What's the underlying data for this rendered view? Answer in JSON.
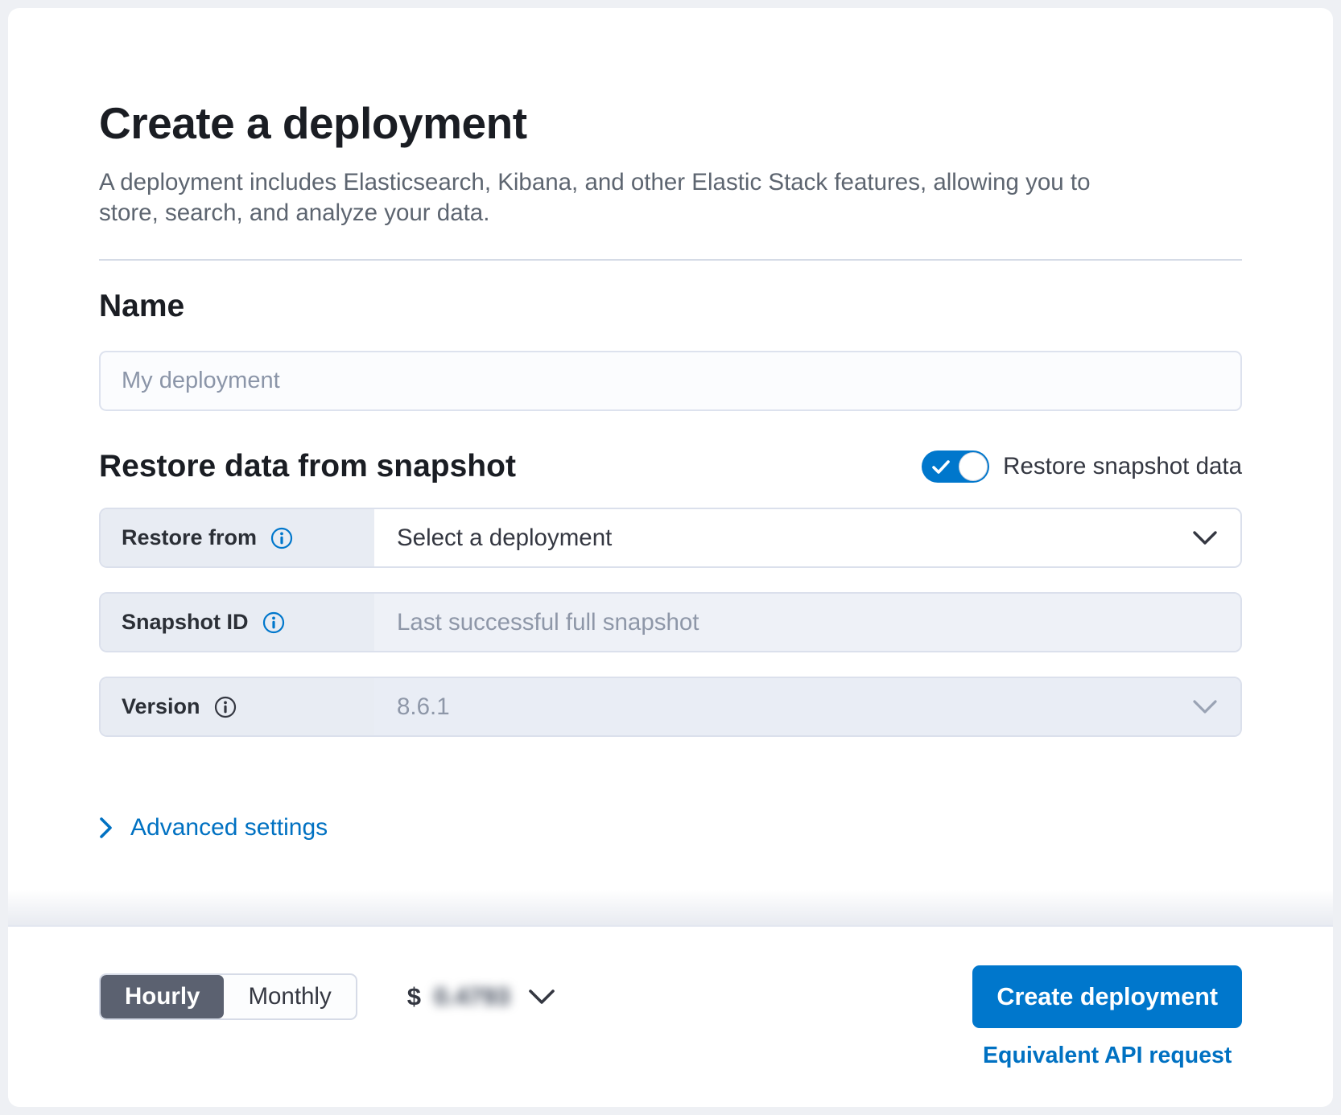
{
  "header": {
    "title": "Create a deployment",
    "subtitle": "A deployment includes Elasticsearch, Kibana, and other Elastic Stack features, allowing you to store, search, and analyze your data."
  },
  "name_section": {
    "heading": "Name",
    "placeholder": "My deployment"
  },
  "restore_section": {
    "heading": "Restore data from snapshot",
    "toggle_label": "Restore snapshot data",
    "toggle_on": true,
    "restore_from": {
      "label": "Restore from",
      "value": "Select a deployment"
    },
    "snapshot_id": {
      "label": "Snapshot ID",
      "placeholder": "Last successful full snapshot"
    },
    "version": {
      "label": "Version",
      "value": "8.6.1"
    },
    "advanced_link": "Advanced settings"
  },
  "footer": {
    "billing_options": [
      "Hourly",
      "Monthly"
    ],
    "billing_selected": "Hourly",
    "price_currency": "$",
    "price_amount": "0.4793",
    "create_button": "Create deployment",
    "api_link": "Equivalent API request"
  },
  "colors": {
    "accent": "#0077cc",
    "link": "#0071c2",
    "selected_segment": "#5b6170"
  }
}
